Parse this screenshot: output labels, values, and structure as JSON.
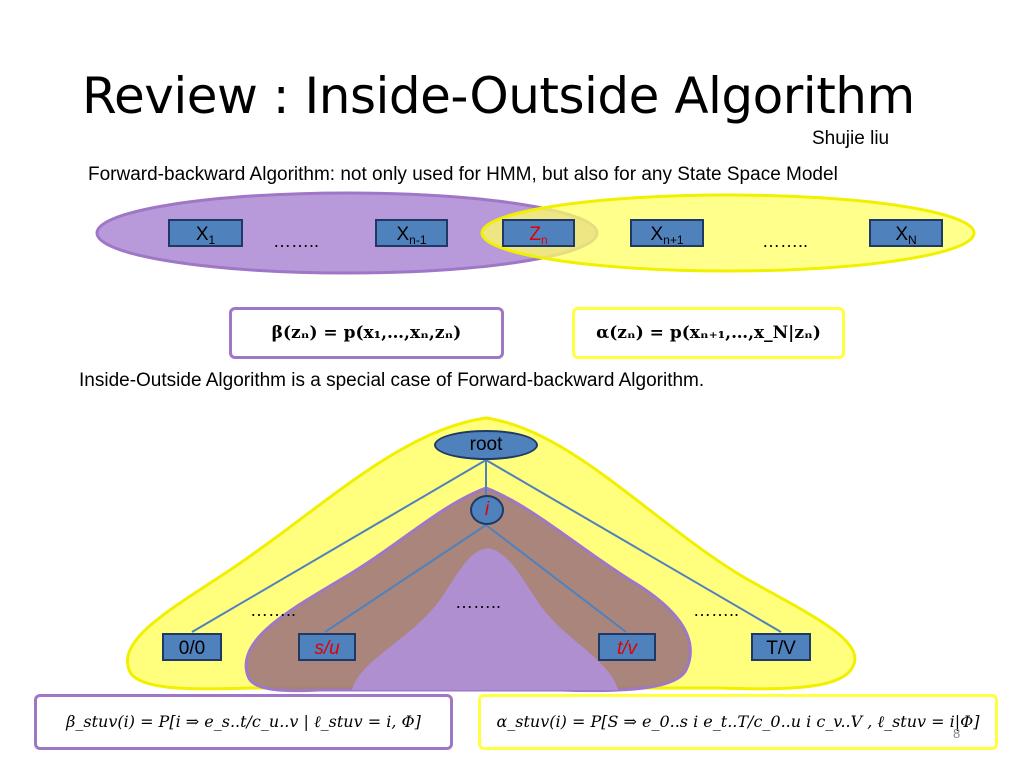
{
  "slide": {
    "title": "Review : Inside-Outside Algorithm",
    "author": "Shujie liu",
    "subtitle": "Forward-backward Algorithm: not only used for HMM, but also for any State Space Model",
    "line2": "Inside-Outside Algorithm is a special case of Forward-backward Algorithm.",
    "page_number": "8"
  },
  "chain": {
    "x1": {
      "base": "X",
      "sub": "1"
    },
    "xn_minus_1": {
      "base": "X",
      "sub": "n-1"
    },
    "zn": {
      "base": "Z",
      "sub": "n"
    },
    "xn_plus_1": {
      "base": "X",
      "sub": "n+1"
    },
    "xN": {
      "base": "X",
      "sub": "N"
    },
    "dots_left": "……..",
    "dots_right": "……..",
    "colors": {
      "purple_region": "#9f77c6",
      "yellow_region": "#ffff66",
      "node_fill": "#4f81bd"
    }
  },
  "formulas": {
    "beta": "β(zₙ) = p(x₁,…,xₙ,zₙ)",
    "alpha": "α(zₙ) = p(xₙ₊₁,…,x_N|zₙ)",
    "beta_stuv": "β_stuv(i)  =  P[i ⇒ e_s..t/c_u..v | ℓ_stuv = i, Φ]",
    "alpha_stuv": "α_stuv(i)  =  P[S ⇒ e_0..s i e_t..T/c_0..u i c_v..V , ℓ_stuv = i|Φ]"
  },
  "tree": {
    "root": "root",
    "i": "i",
    "leaf_00": "0/0",
    "leaf_su": "s/u",
    "leaf_tv": "t/v",
    "leaf_TV": "T/V",
    "dots_left": "……..",
    "dots_center": "……..",
    "dots_right": "……..",
    "colors": {
      "outside_region": "#ffff66",
      "inside_region": "#9f77c6",
      "overlap": "#a0787c"
    }
  }
}
